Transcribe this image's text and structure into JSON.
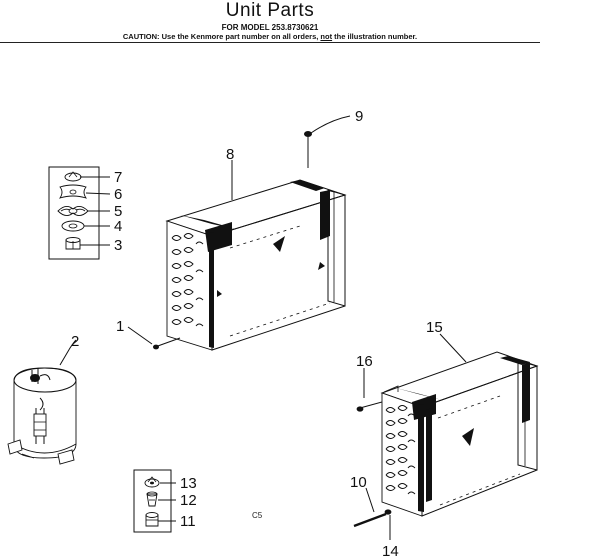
{
  "header": {
    "title": "Unit Parts",
    "model_line": "FOR MODEL 253.8730621",
    "caution_before": "CAUTION: Use the Kenmore part number on all orders, ",
    "caution_not": "not",
    "caution_after": " the illustration number."
  },
  "callouts": {
    "p1": "1",
    "p2": "2",
    "p3": "3",
    "p4": "4",
    "p5": "5",
    "p6": "6",
    "p7": "7",
    "p8": "8",
    "p9": "9",
    "p10": "10",
    "p11": "11",
    "p12": "12",
    "p13": "13",
    "p14": "14",
    "p15": "15",
    "p16": "16"
  },
  "code": "C5"
}
